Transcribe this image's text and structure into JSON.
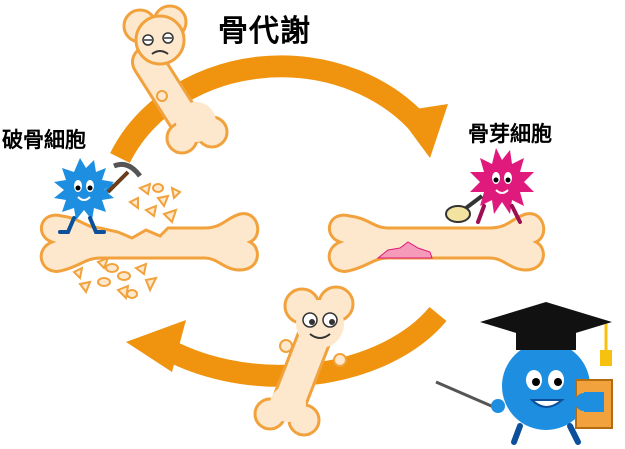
{
  "title": "骨代謝",
  "cells": {
    "osteoclast": {
      "label": "破骨細胞",
      "color": "#1e8fe0"
    },
    "osteoblast": {
      "label": "骨芽細胞",
      "color": "#e0197d"
    }
  },
  "colors": {
    "cycle_arrow": "#f0930e",
    "bone_fill": "#fde8cd",
    "bone_outline": "#f2a23c",
    "repair_patch": "#f59ab8",
    "teacher_body": "#1e8fe0",
    "cap": "#111111",
    "tassel": "#f7c20f"
  },
  "icons": [
    "tired-bone-character",
    "happy-bone-character",
    "pickaxe-icon",
    "trowel-icon",
    "graduation-cap-icon",
    "book-icon",
    "pointer-stick-icon"
  ]
}
